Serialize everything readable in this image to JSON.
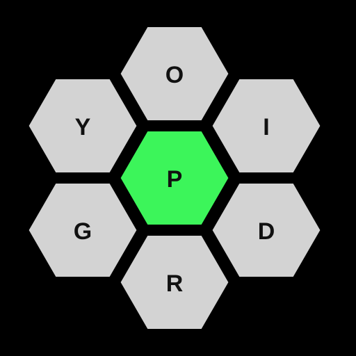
{
  "background_color": "#000000",
  "outer_tile_color": "#d3d3d3",
  "center_tile_color": "#3cf55a",
  "letter_color": "#111111",
  "center_letter": "P",
  "outer_letters": {
    "top": "O",
    "top_right": "I",
    "bottom_right": "D",
    "bottom": "R",
    "bottom_left": "G",
    "top_left": "Y"
  }
}
